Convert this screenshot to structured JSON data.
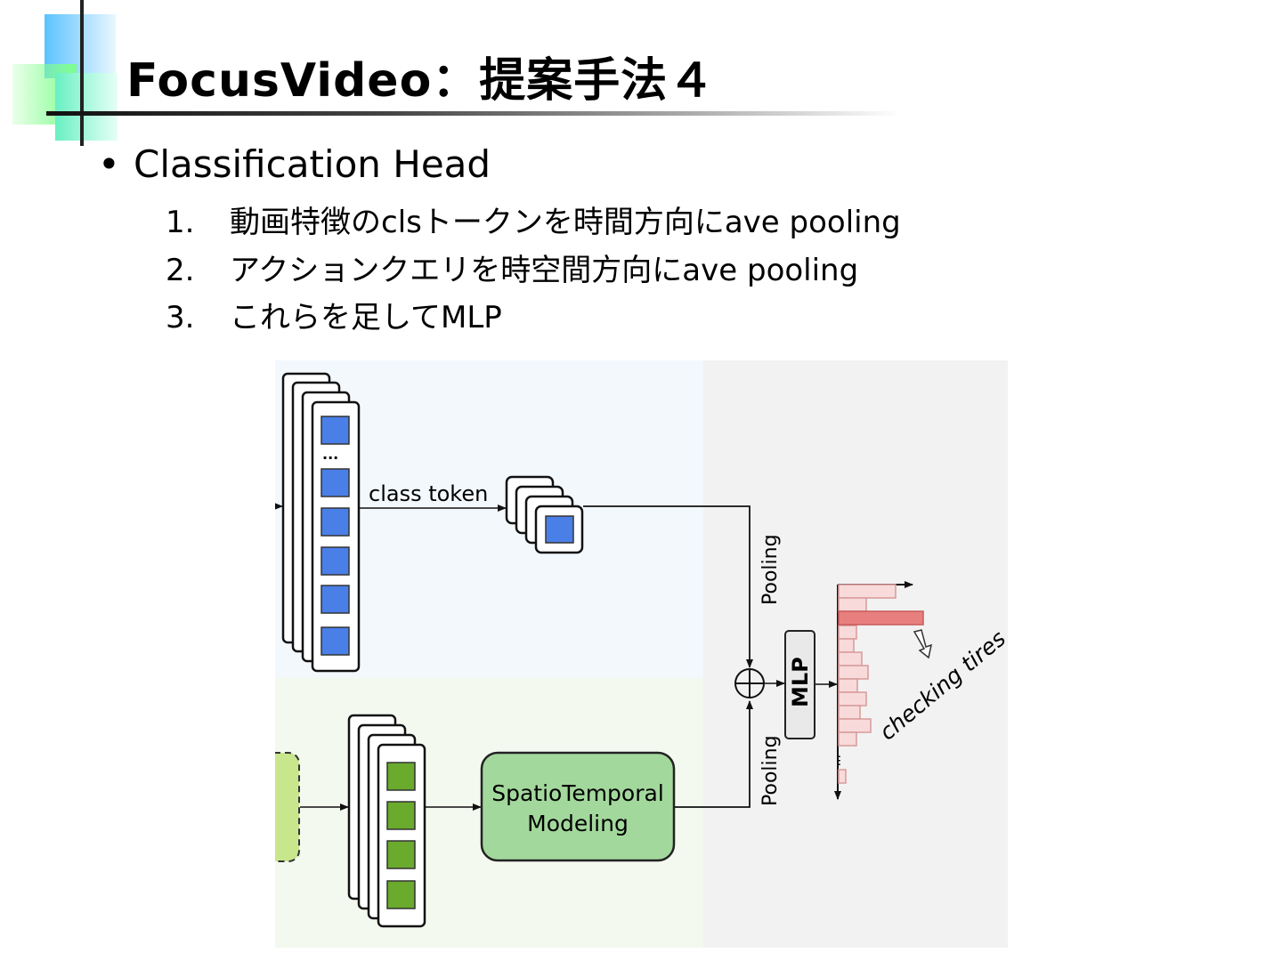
{
  "slide": {
    "title": "FocusVideo：提案手法４",
    "bullet": "Classification Head",
    "steps": [
      {
        "num": "1.",
        "text": "動画特徴のclsトークンを時間方向にave pooling"
      },
      {
        "num": "2.",
        "text": "アクションクエリを時空間方向にave pooling"
      },
      {
        "num": "3.",
        "text": "これらを足してMLP"
      }
    ]
  },
  "diagram": {
    "class_token_label": "class token",
    "ellipsis": "...",
    "module_line1": "SpatioTemporal",
    "module_line2": "Modeling",
    "pooling_top": "Pooling",
    "pooling_bottom": "Pooling",
    "mlp": "MLP",
    "prediction": "checking tires",
    "colors": {
      "token_blue": "#4a7fe8",
      "token_green": "#6aaa2c",
      "module_green": "#a3d89c",
      "highlight_red": "#e87f7f",
      "panel_blue": "#f3f8fd",
      "panel_green": "#f3f9ee",
      "panel_gray": "#f2f2f2"
    }
  }
}
